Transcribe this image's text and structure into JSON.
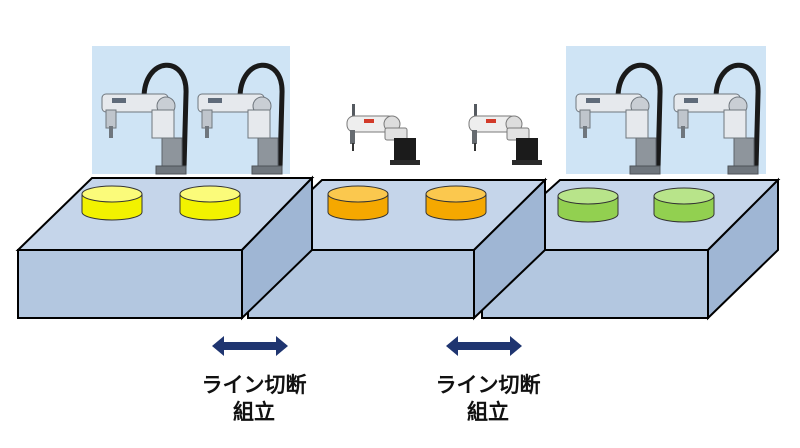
{
  "captions": [
    {
      "line1": "ライン切断",
      "line2": "組立"
    },
    {
      "line1": "ライン切断",
      "line2": "組立"
    }
  ],
  "colors": {
    "table_top": "#c5d5ea",
    "table_front": "#b3c7e0",
    "table_side": "#9fb6d4",
    "outline": "#000000",
    "robot_panel": "#cfe4f5",
    "arrow": "#1f3570",
    "yellow_part": "#f2f200",
    "orange_part": "#f5a800",
    "green_part": "#92d050"
  },
  "modules": [
    {
      "robot_type": "scara-robot-with-panel",
      "robot_count": 2,
      "part_color": "yellow",
      "part_count": 2
    },
    {
      "robot_type": "compact-arm-robot",
      "robot_count": 2,
      "part_color": "orange",
      "part_count": 2
    },
    {
      "robot_type": "scara-robot-with-panel",
      "robot_count": 2,
      "part_color": "green",
      "part_count": 2
    }
  ],
  "icons": [
    "double-arrow-icon",
    "double-arrow-icon"
  ]
}
